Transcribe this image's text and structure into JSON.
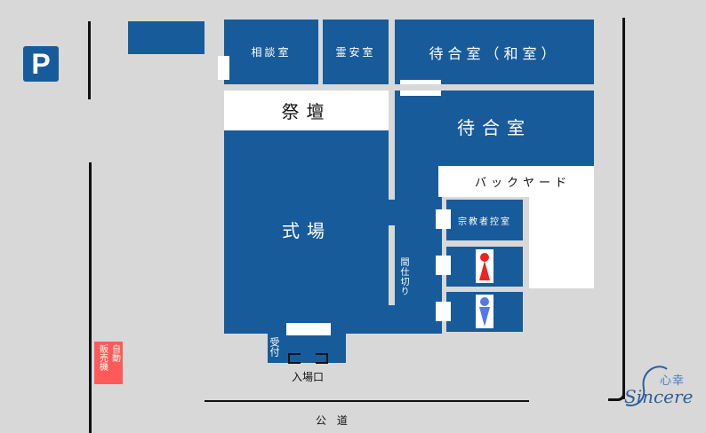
{
  "map": {
    "parking": {
      "icon": "parking-icon",
      "label": "P",
      "color": "#185b9b"
    },
    "rooms": {
      "consultation": "相談室",
      "reian": "霊安室",
      "waiting_japanese": "待合室（和室）",
      "altar": "祭壇",
      "waiting": "待合室",
      "ceremony_hall": "式場",
      "backyard": "バックヤード",
      "clergy_room": "宗教者控室",
      "partition": "間仕切り",
      "reception": "受付",
      "entrance": "入場口"
    },
    "toilets": {
      "female": {
        "icon": "female-toilet-icon",
        "color": "#ee2222"
      },
      "male": {
        "icon": "male-toilet-icon",
        "color": "#5577ee"
      }
    },
    "vending_machine": {
      "label": "自動販売機",
      "line1": "自動",
      "line2": "販売機",
      "color": "#ff5a5a"
    },
    "road": "公 道",
    "logo": {
      "text": "Sincere",
      "kanji": "心幸",
      "color": "#2c5f9a"
    },
    "colors": {
      "room": "#185b9b",
      "background": "#d8d8d8",
      "wall_line": "#111111"
    }
  }
}
